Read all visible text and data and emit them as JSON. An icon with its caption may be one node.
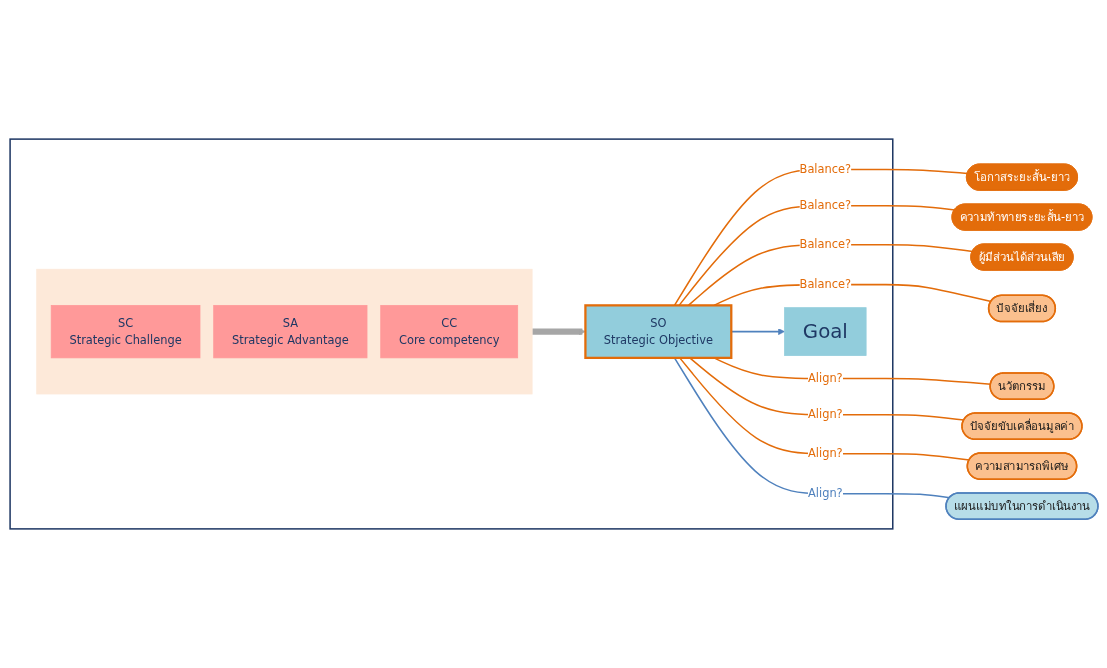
{
  "diagram": {
    "nodes": [
      {
        "text": [],
        "shape": "box"
      },
      {
        "text": [],
        "shape": "box",
        "in": 0
      },
      {
        "text": [
          "SC",
          "Strategic Challenge"
        ],
        "in": 1
      },
      {
        "text": [
          "SA",
          "Strategic Advantage"
        ],
        "in": 1
      },
      {
        "text": [
          "CC",
          "Core competency"
        ],
        "in": 1
      },
      {
        "text": [
          "SO",
          "Strategic Objective"
        ],
        "in": 0
      },
      {
        "text": [
          "Goal"
        ],
        "in": 0
      },
      {
        "text": [
          "โอกาสระยะสั้น-ยาว"
        ]
      },
      {
        "text": [
          "ความท้าทายระยะสั้น-ยาว"
        ]
      },
      {
        "text": [
          "ผู้มีส่วนได้ส่วนเสีย"
        ]
      },
      {
        "text": [
          "ปัจจัยเสี่ยง"
        ]
      },
      {
        "text": [
          "นวัตกรรม"
        ]
      },
      {
        "text": [
          "ปัจจัยขับเคลื่อนมูลค่า"
        ]
      },
      {
        "text": [
          "ความสามารถพิเศษ"
        ]
      },
      {
        "text": [
          "แผนแม่บทในการดำเนินงาน"
        ]
      }
    ],
    "edges": [
      {
        "from": 1,
        "to": 5,
        "arrow": "to",
        "style": "thick",
        "color": "#a6a6a6"
      },
      {
        "from": 5,
        "to": 6,
        "arrow": "to",
        "color": "#4f81bd"
      },
      {
        "from": 5,
        "to": 7,
        "arrow": "none",
        "label": "Balance?"
      },
      {
        "from": 5,
        "to": 8,
        "arrow": "none",
        "label": "Balance?"
      },
      {
        "from": 5,
        "to": 9,
        "arrow": "none",
        "label": "Balance?"
      },
      {
        "from": 5,
        "to": 10,
        "arrow": "none",
        "label": "Balance?"
      },
      {
        "from": 5,
        "to": 11,
        "arrow": "none",
        "label": "Align?"
      },
      {
        "from": 5,
        "to": 12,
        "arrow": "none",
        "label": "Align?"
      },
      {
        "from": 5,
        "to": 13,
        "arrow": "none",
        "label": "Align?"
      },
      {
        "from": 5,
        "to": 14,
        "arrow": "none",
        "label": "Align?",
        "color": "#4f81bd"
      }
    ]
  }
}
